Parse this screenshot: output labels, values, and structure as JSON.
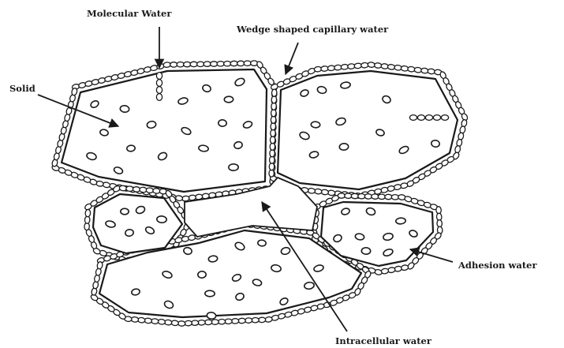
{
  "labels": {
    "molecular_water": "Molecular Water",
    "wedge_capillary_water": "Wedge shaped capillary water",
    "solid": "Solid",
    "adhesion_water": "Adhesion water",
    "intracellular_water": "Intracellular water"
  }
}
